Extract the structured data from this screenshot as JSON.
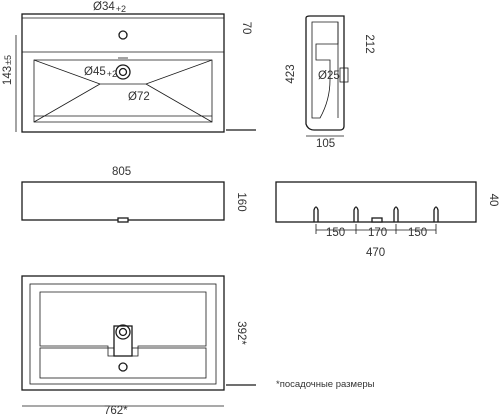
{
  "top_view": {
    "tap_hole_dia": "Ø34",
    "tap_hole_tol": "+2",
    "overflow_dia": "Ø45",
    "overflow_tol": "+2",
    "bowl_dia": "Ø72",
    "side_offset": "143",
    "side_offset_tol": "±5",
    "depth_top": "70"
  },
  "side_view": {
    "height": "423",
    "drain_height": "212",
    "drain_dia": "Ø25",
    "bottom_width": "105"
  },
  "front_view": {
    "width": "805",
    "height": "160"
  },
  "rear_view": {
    "dim_left": "150",
    "dim_center": "170",
    "dim_right": "150",
    "total": "470",
    "height": "40"
  },
  "bottom_view": {
    "seat_depth": "392*",
    "seat_width": "762*"
  },
  "footnote": "*посадочные размеры"
}
